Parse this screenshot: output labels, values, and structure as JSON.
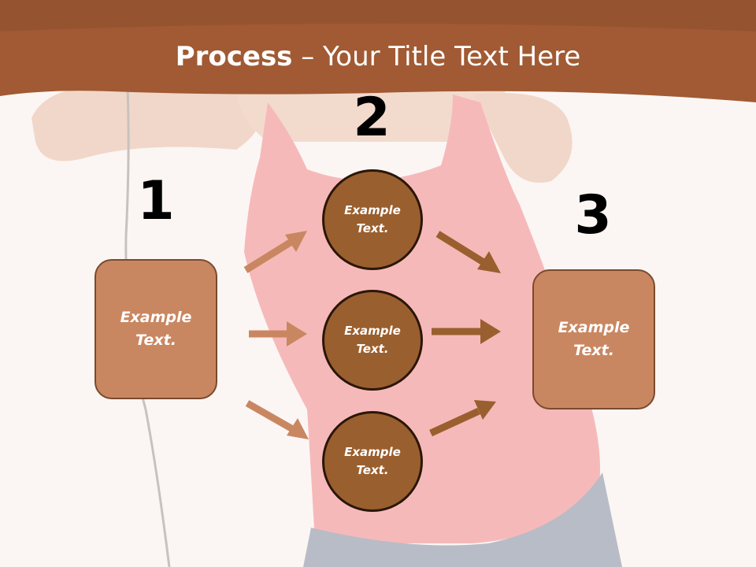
{
  "slide": {
    "title_bold": "Process",
    "title_rest": " – Your Title Text Here",
    "colors": {
      "banner": "#a15a33",
      "box_fill": "#c98761",
      "circle_fill": "#9a5f2e",
      "arrow_left": "#c98761",
      "arrow_right": "#9a5f2e",
      "background": "#fbf6f3"
    }
  },
  "steps": {
    "one": "1",
    "two": "2",
    "three": "3"
  },
  "nodes": {
    "left_box": [
      "Example",
      "Text."
    ],
    "circle_top": [
      "Example",
      "Text."
    ],
    "circle_mid": [
      "Example",
      "Text."
    ],
    "circle_bottom": [
      "Example",
      "Text."
    ],
    "right_box": [
      "Example",
      "Text."
    ]
  },
  "background_photo": {
    "icon": "woman-in-pink-tank-top-photo"
  }
}
